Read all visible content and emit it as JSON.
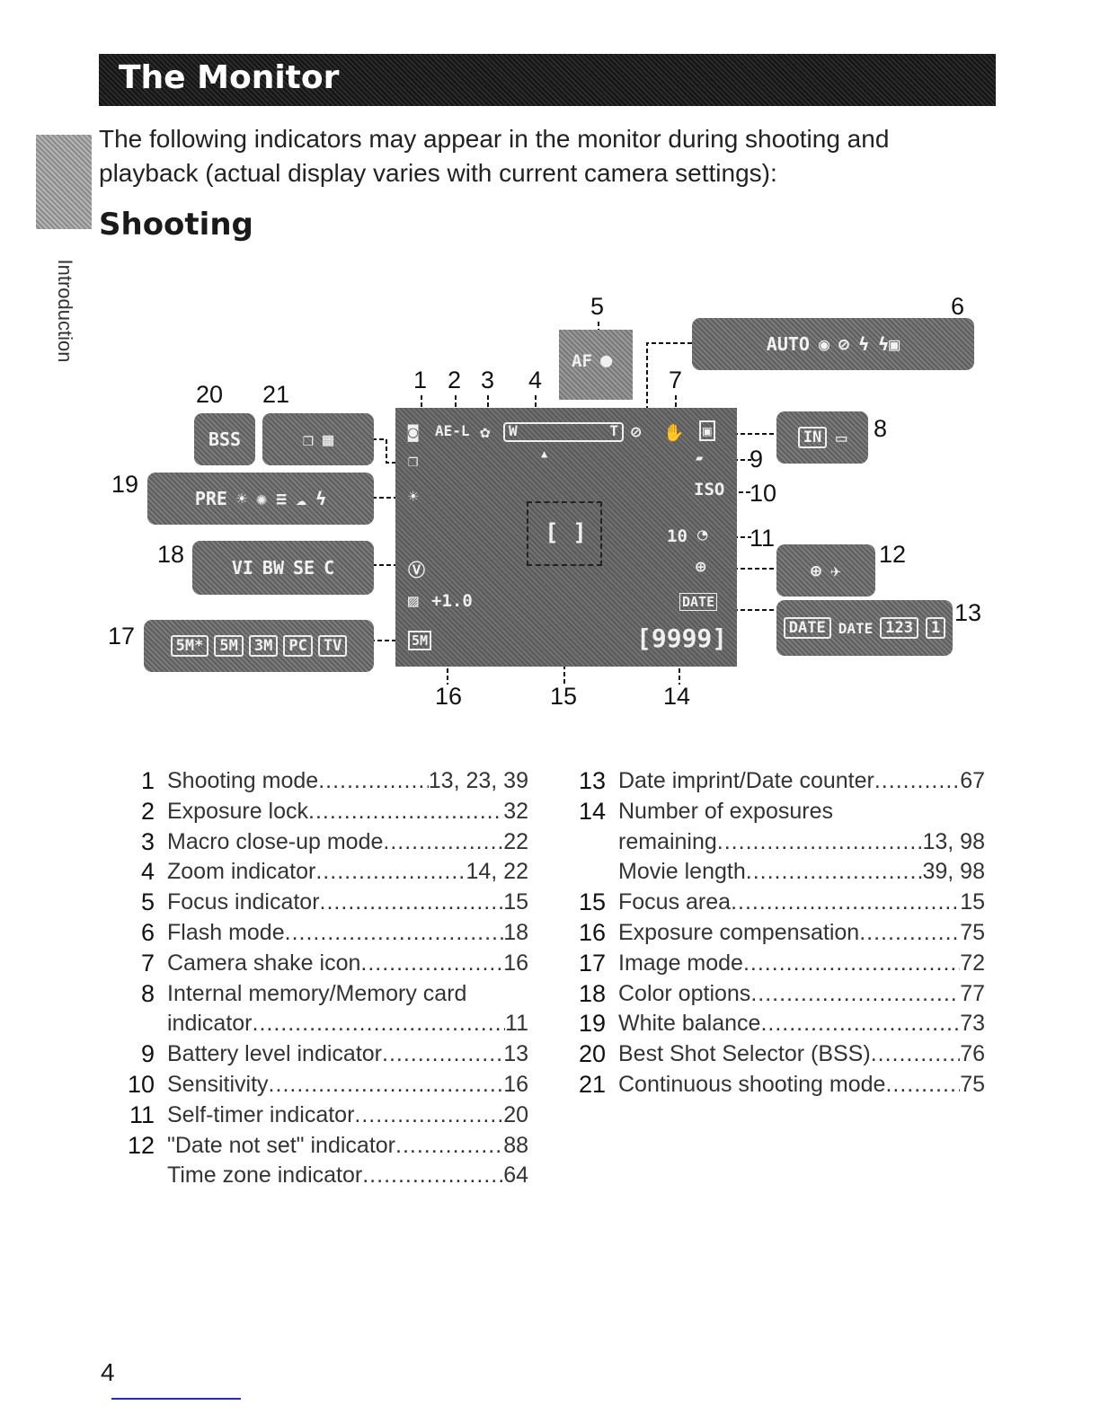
{
  "header": {
    "title": "The Monitor",
    "side_tab": "Introduction"
  },
  "intro_text": "The following indicators may appear in the monitor during shooting and playback (actual display varies with current camera settings):",
  "section_heading": "Shooting",
  "diagram": {
    "callout_numbers": [
      "1",
      "2",
      "3",
      "4",
      "5",
      "6",
      "7",
      "8",
      "9",
      "10",
      "11",
      "12",
      "13",
      "14",
      "15",
      "16",
      "17",
      "18",
      "19",
      "20",
      "21"
    ],
    "screen": {
      "af": "AF",
      "afl": "AE-L",
      "w": "W",
      "t": "T",
      "iso": "ISO",
      "timer": "10",
      "date": "DATE",
      "exposure": "+1.0",
      "image_mode": "5M",
      "counter": "[9999]",
      "focus_brackets": "[ ]"
    },
    "panels": {
      "bss": "BSS",
      "wb": [
        "PRE"
      ],
      "flash": "AUTO",
      "image_modes": [
        "5M*",
        "5M",
        "3M",
        "PC",
        "TV"
      ],
      "color": [
        "VI",
        "BW",
        "SE",
        "C"
      ],
      "date_panel": [
        "DATE",
        "DATE",
        "123"
      ],
      "counter_digit": "1",
      "memory": "IN"
    }
  },
  "legend_left": [
    {
      "n": "1",
      "label": "Shooting mode",
      "page": "13, 23, 39"
    },
    {
      "n": "2",
      "label": "Exposure lock",
      "page": "32"
    },
    {
      "n": "3",
      "label": "Macro close-up mode",
      "page": "22"
    },
    {
      "n": "4",
      "label": "Zoom indicator",
      "page": "14, 22"
    },
    {
      "n": "5",
      "label": "Focus indicator",
      "page": "15"
    },
    {
      "n": "6",
      "label": "Flash mode",
      "page": "18"
    },
    {
      "n": "7",
      "label": "Camera shake icon",
      "page": "16"
    },
    {
      "n": "8",
      "label": "Internal memory/Memory card",
      "page": ""
    },
    {
      "n": "",
      "label": "indicator",
      "page": "11"
    },
    {
      "n": "9",
      "label": "Battery level indicator",
      "page": "13"
    },
    {
      "n": "10",
      "label": "Sensitivity",
      "page": "16"
    },
    {
      "n": "11",
      "label": "Self-timer indicator",
      "page": "20"
    },
    {
      "n": "12",
      "label": "\"Date not set\" indicator",
      "page": "88"
    },
    {
      "n": "",
      "label": "Time zone indicator",
      "page": "64"
    }
  ],
  "legend_right": [
    {
      "n": "13",
      "label": "Date imprint/Date counter",
      "page": "67"
    },
    {
      "n": "14",
      "label": "Number of exposures",
      "page": ""
    },
    {
      "n": "",
      "label": "remaining",
      "page": "13, 98"
    },
    {
      "n": "",
      "label": "Movie length",
      "page": "39, 98"
    },
    {
      "n": "15",
      "label": "Focus area",
      "page": "15"
    },
    {
      "n": "16",
      "label": "Exposure compensation",
      "page": "75"
    },
    {
      "n": "17",
      "label": "Image mode",
      "page": "72"
    },
    {
      "n": "18",
      "label": "Color options",
      "page": "77"
    },
    {
      "n": "19",
      "label": "White balance",
      "page": "73"
    },
    {
      "n": "20",
      "label": "Best Shot Selector (BSS)",
      "page": "76"
    },
    {
      "n": "21",
      "label": "Continuous shooting mode",
      "page": "75"
    }
  ],
  "page_number": "4",
  "colors": {
    "title_bar": "#1e1e1e",
    "panel": "#6f6f6f",
    "footer_line": "#2a2ab0"
  }
}
